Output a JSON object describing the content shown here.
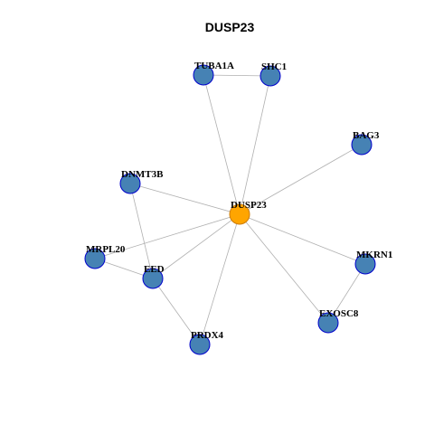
{
  "title": "DUSP23",
  "colors": {
    "center_fill": "#FFA500",
    "center_stroke": "#CC7A00",
    "node_fill": "#4682B4",
    "node_stroke": "#0000CD",
    "edge": "#B0B0B0"
  },
  "nodes": [
    {
      "id": "DUSP23",
      "label": "DUSP23",
      "center": true
    },
    {
      "id": "TUBA1A",
      "label": "TUBA1A"
    },
    {
      "id": "SHC1",
      "label": "SHC1"
    },
    {
      "id": "BAG3",
      "label": "BAG3"
    },
    {
      "id": "DNMT3B",
      "label": "DNMT3B"
    },
    {
      "id": "MRPL20",
      "label": "MRPL20"
    },
    {
      "id": "EED",
      "label": "EED"
    },
    {
      "id": "MKRN1",
      "label": "MKRN1"
    },
    {
      "id": "EXOSC8",
      "label": "EXOSC8"
    },
    {
      "id": "PRDX4",
      "label": "PRDX4"
    }
  ],
  "edges": [
    [
      "DUSP23",
      "TUBA1A"
    ],
    [
      "DUSP23",
      "SHC1"
    ],
    [
      "DUSP23",
      "BAG3"
    ],
    [
      "DUSP23",
      "DNMT3B"
    ],
    [
      "DUSP23",
      "MRPL20"
    ],
    [
      "DUSP23",
      "EED"
    ],
    [
      "DUSP23",
      "MKRN1"
    ],
    [
      "DUSP23",
      "EXOSC8"
    ],
    [
      "DUSP23",
      "PRDX4"
    ],
    [
      "TUBA1A",
      "SHC1"
    ],
    [
      "DNMT3B",
      "EED"
    ],
    [
      "MRPL20",
      "EED"
    ],
    [
      "EED",
      "PRDX4"
    ],
    [
      "MKRN1",
      "EXOSC8"
    ]
  ]
}
